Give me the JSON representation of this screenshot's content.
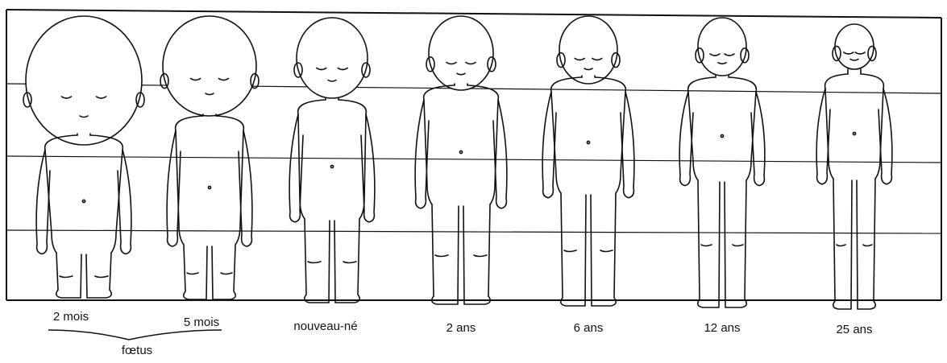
{
  "stages": [
    {
      "id": "fetus-2-months",
      "label": "2 mois"
    },
    {
      "id": "fetus-5-months",
      "label": "5 mois"
    },
    {
      "id": "newborn",
      "label": "nouveau-né"
    },
    {
      "id": "age-2",
      "label": "2 ans"
    },
    {
      "id": "age-6",
      "label": "6 ans"
    },
    {
      "id": "age-12",
      "label": "12 ans"
    },
    {
      "id": "age-25",
      "label": "25 ans"
    }
  ],
  "group_label": "fœtus",
  "colors": {
    "line": "#111111",
    "background": "#ffffff"
  }
}
